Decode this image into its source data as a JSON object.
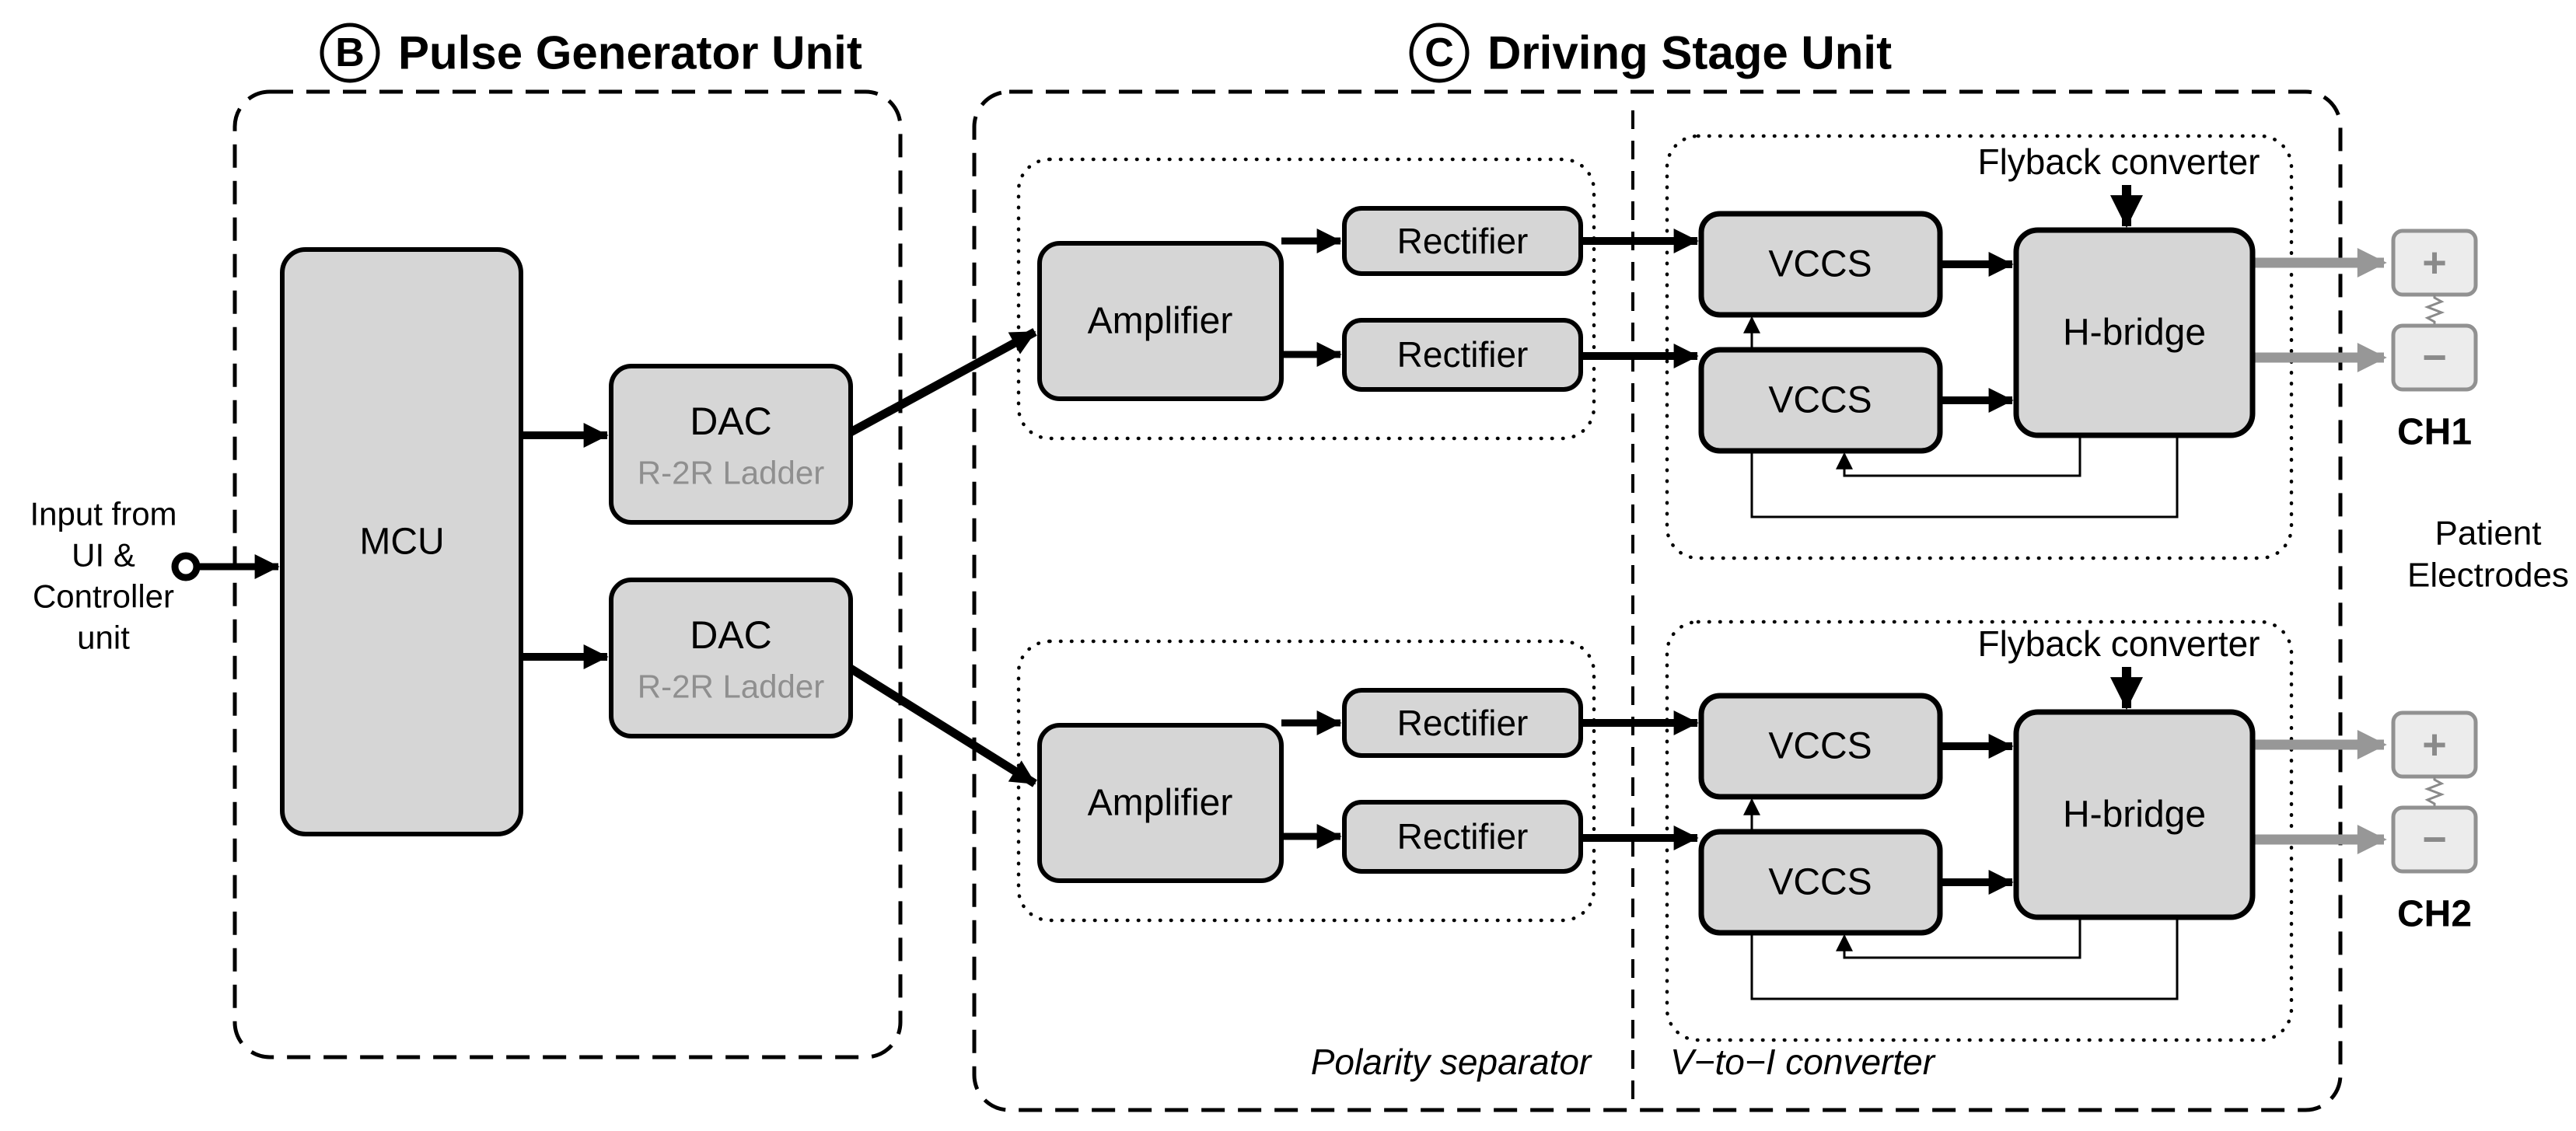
{
  "diagram": {
    "section_b": {
      "badge": "B",
      "title": "Pulse Generator Unit"
    },
    "section_c": {
      "badge": "C",
      "title": "Driving Stage Unit"
    },
    "input_label": {
      "line1": "Input from",
      "line2": "UI &",
      "line3": "Controller",
      "line4": "unit"
    },
    "blocks": {
      "mcu": "MCU",
      "dac": "DAC",
      "dac_sub": "R-2R Ladder",
      "amplifier": "Amplifier",
      "rectifier": "Rectifier",
      "vccs": "VCCS",
      "hbridge": "H-bridge"
    },
    "annotations": {
      "flyback": "Flyback converter",
      "polarity_separator": "Polarity separator",
      "v_to_i": "V−to−I converter"
    },
    "output": {
      "plus": "+",
      "minus": "−",
      "ch1": "CH1",
      "ch2": "CH2",
      "patient_line1": "Patient",
      "patient_line2": "Electrodes"
    },
    "colors": {
      "block_fill": "#d6d6d6",
      "block_border": "#000000",
      "electrode_fill": "#ececec",
      "electrode_border": "#919191",
      "electrode_glyph": "#8a8a8a",
      "gray_arrow": "#979797",
      "sub_label": "#8f8f8f",
      "line": "#000000"
    }
  }
}
